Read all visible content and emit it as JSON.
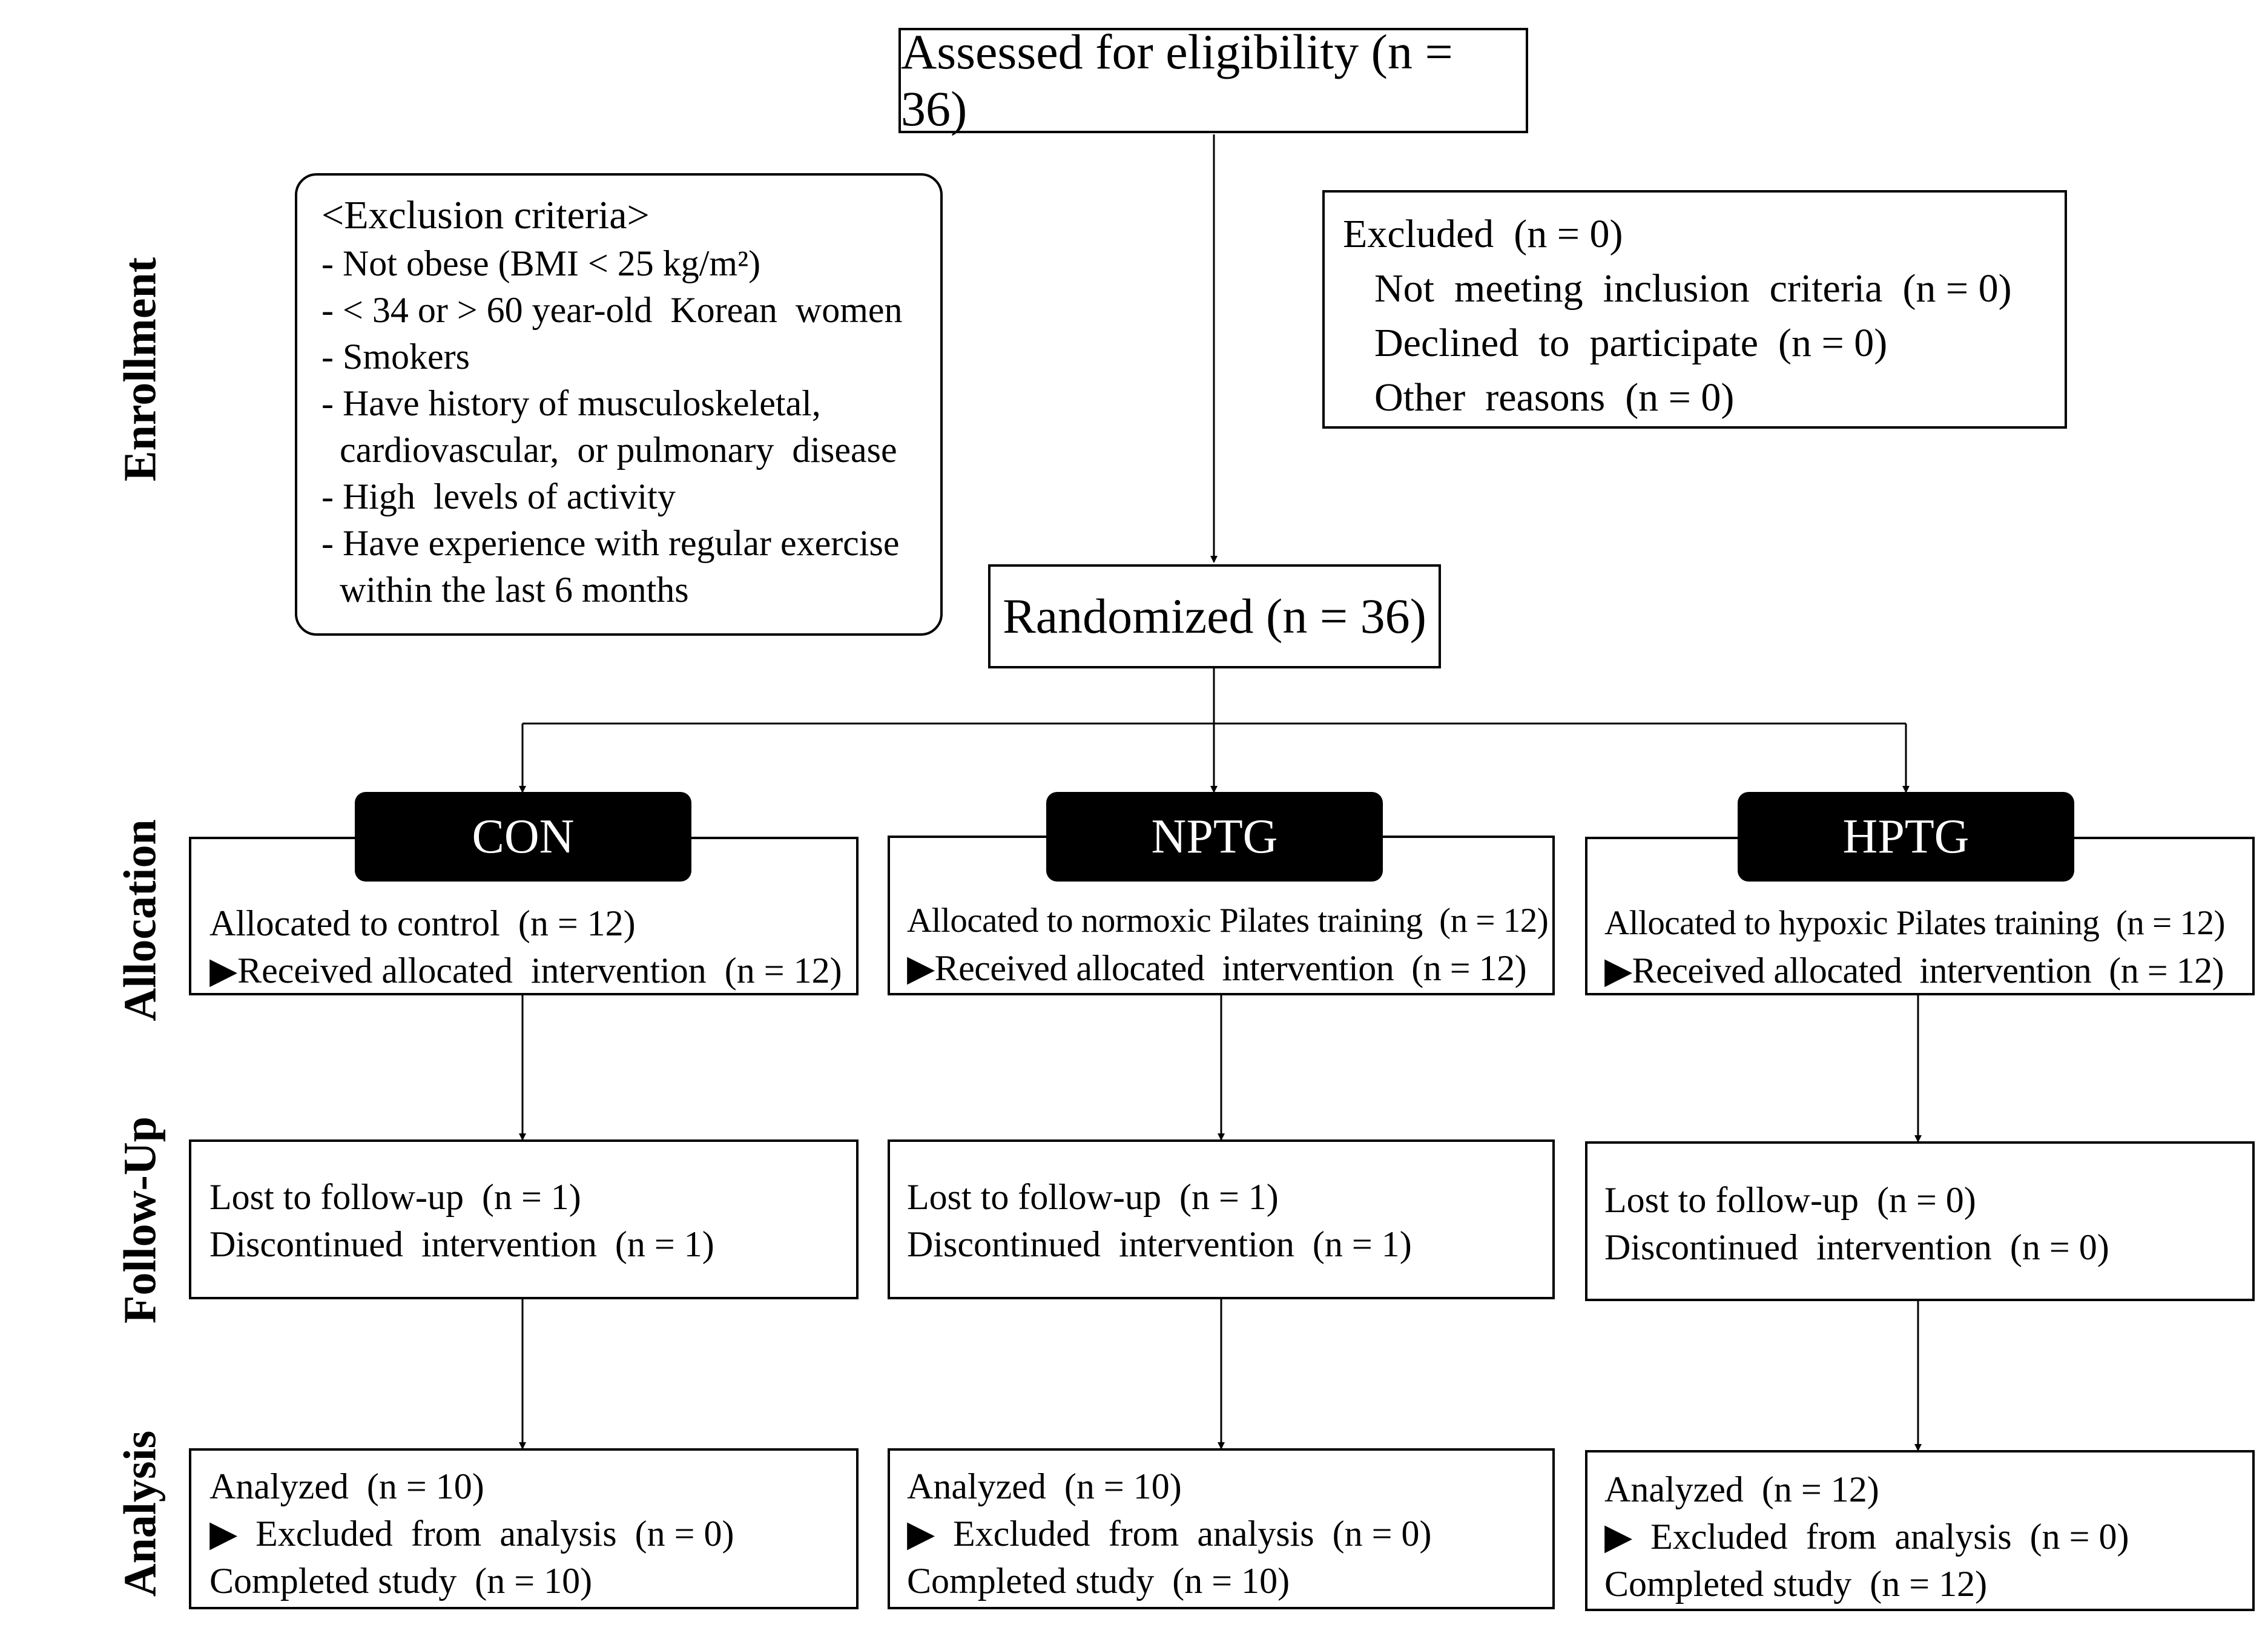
{
  "phases": {
    "enrollment": "Enrollment",
    "allocation": "Allocation",
    "follow_up": "Follow-Up",
    "analysis": "Analysis"
  },
  "assessed": "Assessed for eligibility (n = 36)",
  "exclusion_criteria": {
    "title": "<Exclusion criteria>",
    "items": [
      "- Not obese (BMI < 25 kg/m²)",
      "- < 34 or > 60 year-old  Korean  women",
      "- Smokers",
      "- Have history of musculoskeletal,",
      "  cardiovascular,  or pulmonary  disease",
      "- High  levels of activity",
      "- Have experience with regular exercise",
      "  within the last 6 months"
    ]
  },
  "excluded": {
    "title": "Excluded  (n = 0)",
    "items": [
      "Not  meeting  inclusion  criteria  (n = 0)",
      "Declined  to  participate  (n = 0)",
      "Other  reasons  (n = 0)"
    ]
  },
  "randomized": "Randomized (n = 36)",
  "groups": [
    {
      "name": "CON",
      "allocation": [
        "Allocated to control  (n = 12)",
        "▶Received allocated  intervention  (n = 12)"
      ],
      "follow_up": [
        "Lost to follow-up  (n = 1)",
        "Discontinued  intervention  (n = 1)"
      ],
      "analysis": [
        "Analyzed  (n = 10)",
        "▶  Excluded  from  analysis  (n = 0)",
        "Completed study  (n = 10)"
      ]
    },
    {
      "name": "NPTG",
      "allocation": [
        "Allocated to normoxic Pilates training  (n = 12)",
        "▶Received allocated  intervention  (n = 12)"
      ],
      "follow_up": [
        "Lost to follow-up  (n = 1)",
        "Discontinued  intervention  (n = 1)"
      ],
      "analysis": [
        "Analyzed  (n = 10)",
        "▶  Excluded  from  analysis  (n = 0)",
        "Completed study  (n = 10)"
      ]
    },
    {
      "name": "HPTG",
      "allocation": [
        "Allocated to hypoxic Pilates training  (n = 12)",
        "▶Received allocated  intervention  (n = 12)"
      ],
      "follow_up": [
        "Lost to follow-up  (n = 0)",
        "Discontinued  intervention  (n = 0)"
      ],
      "analysis": [
        "Analyzed  (n = 12)",
        "▶  Excluded  from  analysis  (n = 0)",
        "Completed study  (n = 12)"
      ]
    }
  ]
}
